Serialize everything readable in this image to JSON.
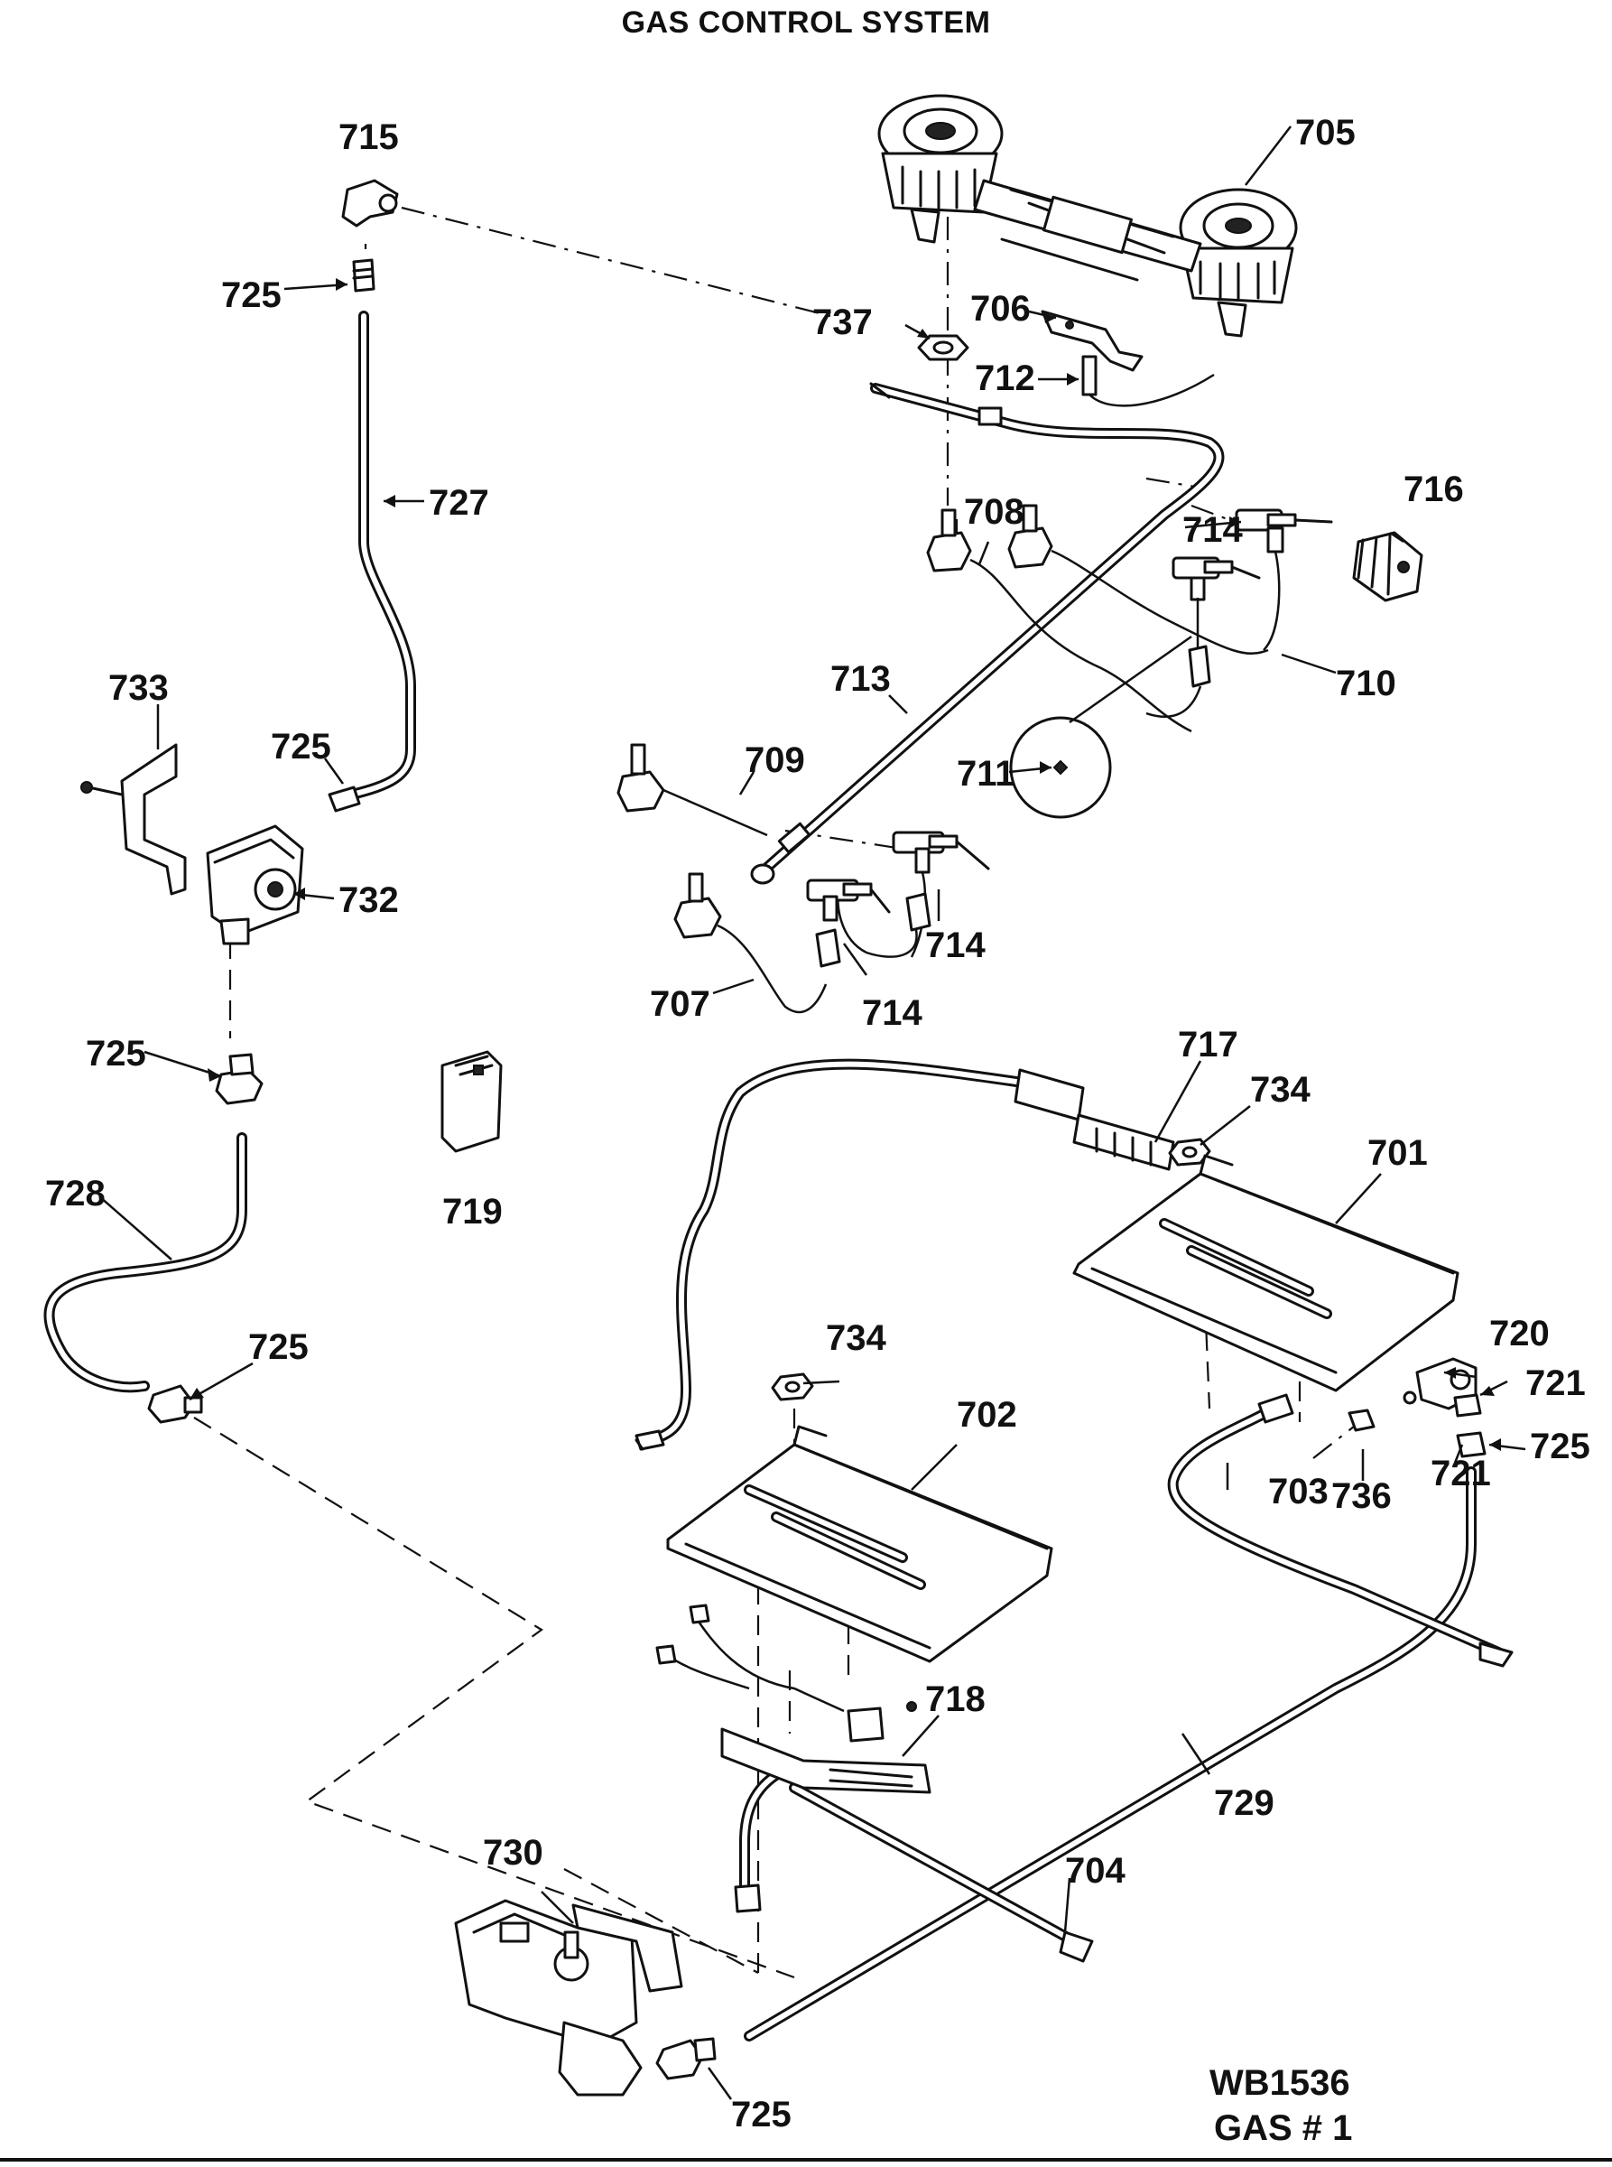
{
  "header": {
    "title": "GAS CONTROL SYSTEM"
  },
  "parts": {
    "p701": "701",
    "p702": "702",
    "p703": "703",
    "p704": "704",
    "p705": "705",
    "p706": "706",
    "p707": "707",
    "p708": "708",
    "p709": "709",
    "p710": "710",
    "p711": "711",
    "p712": "712",
    "p713": "713",
    "p714a": "714",
    "p714b": "714",
    "p714c": "714",
    "p715": "715",
    "p716": "716",
    "p717": "717",
    "p718": "718",
    "p719": "719",
    "p720": "720",
    "p721a": "721",
    "p721b": "721",
    "p725a": "725",
    "p725b": "725",
    "p725c": "725",
    "p725d": "725",
    "p725e": "725",
    "p725f": "725",
    "p727": "727",
    "p728": "728",
    "p729": "729",
    "p730": "730",
    "p732": "732",
    "p733": "733",
    "p734a": "734",
    "p734b": "734",
    "p736": "736",
    "p737": "737"
  },
  "footer": {
    "drawing_code": "WB1536",
    "sheet": "GAS # 1"
  }
}
